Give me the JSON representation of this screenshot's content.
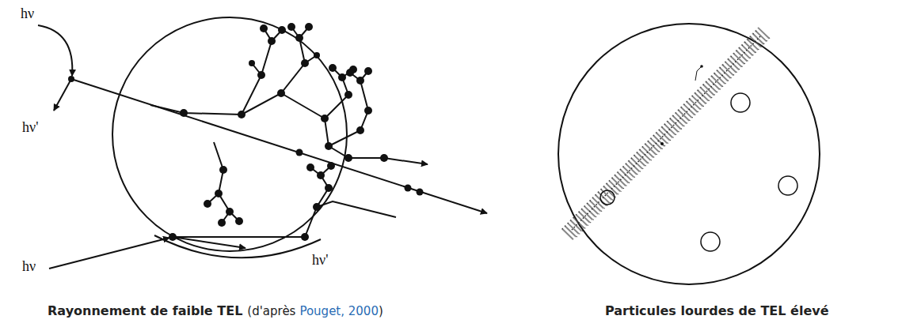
{
  "diagram": {
    "labels": [
      "hν",
      "hν'",
      "hν",
      "hν'",
      "Rayonnement de faible TEL",
      "(d'après",
      "Pouget, 2000",
      ")",
      "Particules lourdes de TEL élevé"
    ]
  }
}
